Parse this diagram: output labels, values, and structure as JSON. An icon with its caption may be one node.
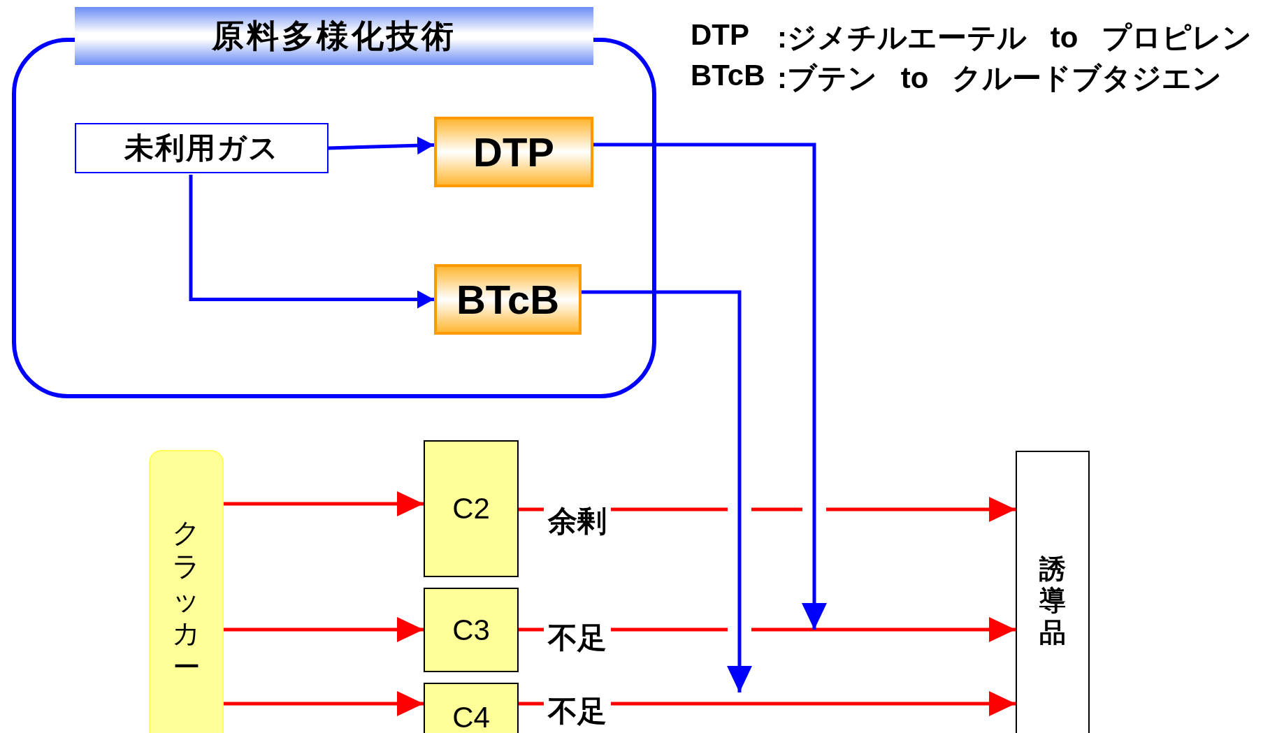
{
  "diagram": {
    "nodes": [
      {
        "text": [
          "原料多様化技術"
        ]
      },
      {
        "text": [
          "未利用ガス"
        ],
        "in": 0
      },
      {
        "text": [
          "DTP"
        ],
        "in": 0
      },
      {
        "text": [
          "BTcB"
        ],
        "in": 0
      },
      {
        "text": [
          "クラッカー"
        ]
      },
      {
        "text": [
          "C2"
        ]
      },
      {
        "text": [
          "C3"
        ]
      },
      {
        "text": [
          "C4"
        ]
      },
      {
        "text": [
          "誘導品"
        ]
      }
    ],
    "edges": [
      {
        "from": 1,
        "to": 2,
        "arrow": "to",
        "color": "#0000ff"
      },
      {
        "from": 1,
        "to": 3,
        "arrow": "to",
        "color": "#0000ff"
      },
      {
        "from": 2,
        "to": null,
        "arrow": "to",
        "color": "#0000ff"
      },
      {
        "from": 3,
        "to": null,
        "arrow": "to",
        "color": "#0000ff"
      },
      {
        "from": 4,
        "to": 5,
        "arrow": "to"
      },
      {
        "from": 4,
        "to": 6,
        "arrow": "to"
      },
      {
        "from": 4,
        "to": 7,
        "arrow": "to"
      },
      {
        "from": 5,
        "to": 8,
        "arrow": "to",
        "label": "余剰"
      },
      {
        "from": 6,
        "to": 8,
        "arrow": "to",
        "label": "不足"
      },
      {
        "from": 7,
        "to": 8,
        "arrow": "to",
        "label": "不足"
      }
    ],
    "labels": [
      "DTP",
      ":ジメチルエーテル to プロピレン",
      "BTcB",
      ":ブテン to クルードブタジエン"
    ]
  }
}
